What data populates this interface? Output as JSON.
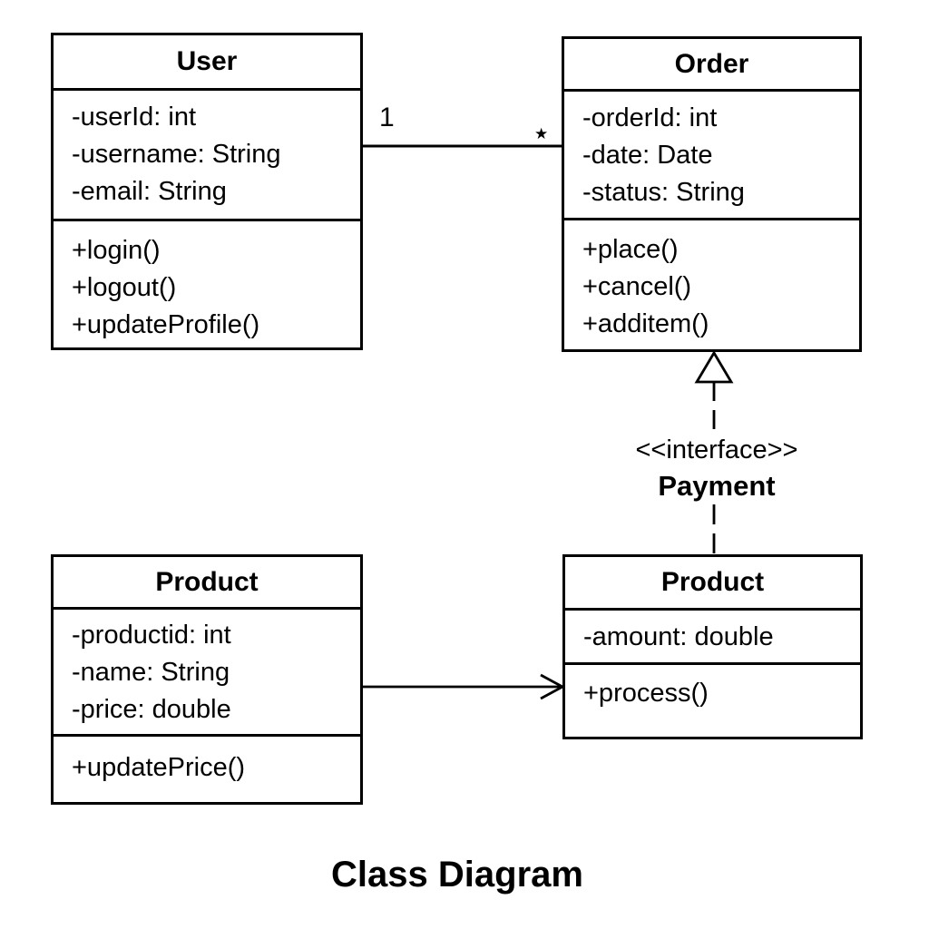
{
  "diagram": {
    "title": "Class Diagram"
  },
  "classes": {
    "user": {
      "name": "User",
      "attributes": [
        "-userId: int",
        "-username: String",
        "-email: String"
      ],
      "methods": [
        "+login()",
        "+logout()",
        "+updateProfile()"
      ]
    },
    "order": {
      "name": "Order",
      "attributes": [
        "-orderId: int",
        "-date: Date",
        "-status: String"
      ],
      "methods": [
        "+place()",
        "+cancel()",
        "+additem()"
      ]
    },
    "product": {
      "name": "Product",
      "attributes": [
        "-productid: int",
        "-name: String",
        "-price: double"
      ],
      "methods": [
        "+updatePrice()"
      ]
    },
    "payment_impl": {
      "name": "Product",
      "attributes": [
        "-amount: double"
      ],
      "methods": [
        "+process()"
      ]
    }
  },
  "interface_annotation": {
    "stereotype": "<<interface>>",
    "name": "Payment"
  },
  "relationships": {
    "user_order": {
      "multiplicity_near_user": "1",
      "multiplicity_near_order": "★"
    }
  },
  "colors": {
    "stroke": "#000000",
    "background": "#ffffff",
    "text": "#000000"
  }
}
